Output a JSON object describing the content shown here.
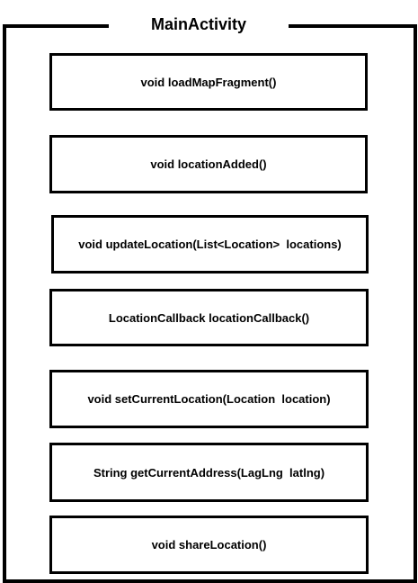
{
  "diagram": {
    "title": "MainActivity",
    "methods": [
      "void loadMapFragment()",
      "void locationAdded()",
      "void updateLocation(List<Location>  locations)",
      "LocationCallback locationCallback()",
      "void setCurrentLocation(Location  location)",
      "String getCurrentAddress(LagLng  latlng)",
      "void shareLocation()"
    ]
  }
}
